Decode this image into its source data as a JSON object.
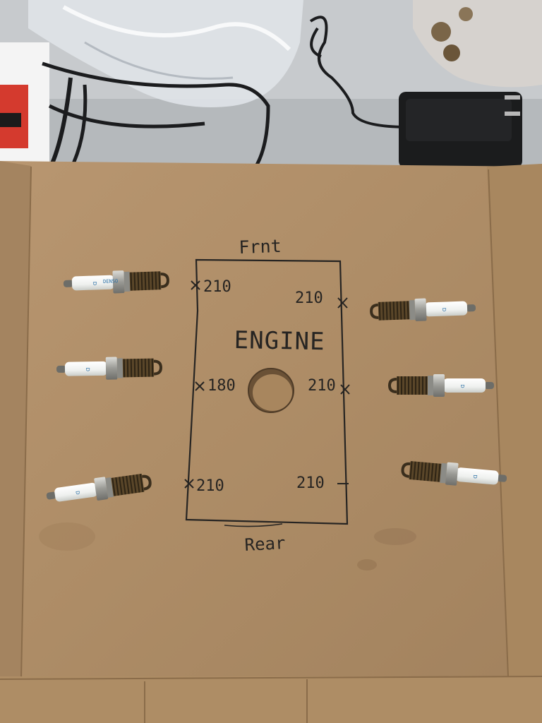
{
  "labels": {
    "top": "Frnt",
    "center": "ENGINE",
    "bottom": "Rear"
  },
  "readings": {
    "left": [
      "210",
      "180",
      "210"
    ],
    "right": [
      "210",
      "210",
      "210"
    ]
  },
  "plug_brand": "DENSO",
  "colors": {
    "cardboard": "#b08f68",
    "cardboard_dark": "#8e7050",
    "ink": "#262422",
    "porcelain": "#f2f3f0",
    "plug_print": "#2a6fa6",
    "thread": "#4a3b26",
    "table": "#b9bcbf",
    "charger": "#1b1c1d"
  }
}
